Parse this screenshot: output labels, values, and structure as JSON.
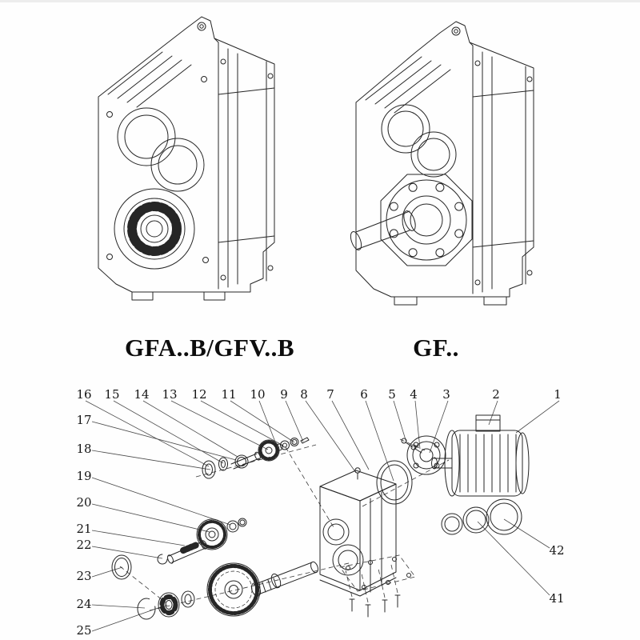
{
  "colors": {
    "line": "#262626",
    "text": "#151515",
    "background": "#ffffff"
  },
  "products": [
    {
      "label": "GFA..B/GFV..B"
    },
    {
      "label": "GF.."
    }
  ],
  "exploded": {
    "top_numbers": [
      "16",
      "15",
      "14",
      "13",
      "12",
      "11",
      "10",
      "9",
      "8",
      "7",
      "6",
      "5",
      "4",
      "3",
      "2",
      "1"
    ],
    "left_numbers": [
      "17",
      "18",
      "19",
      "20",
      "21",
      "22",
      "23",
      "24",
      "25"
    ],
    "right_numbers": [
      "42",
      "41"
    ]
  }
}
